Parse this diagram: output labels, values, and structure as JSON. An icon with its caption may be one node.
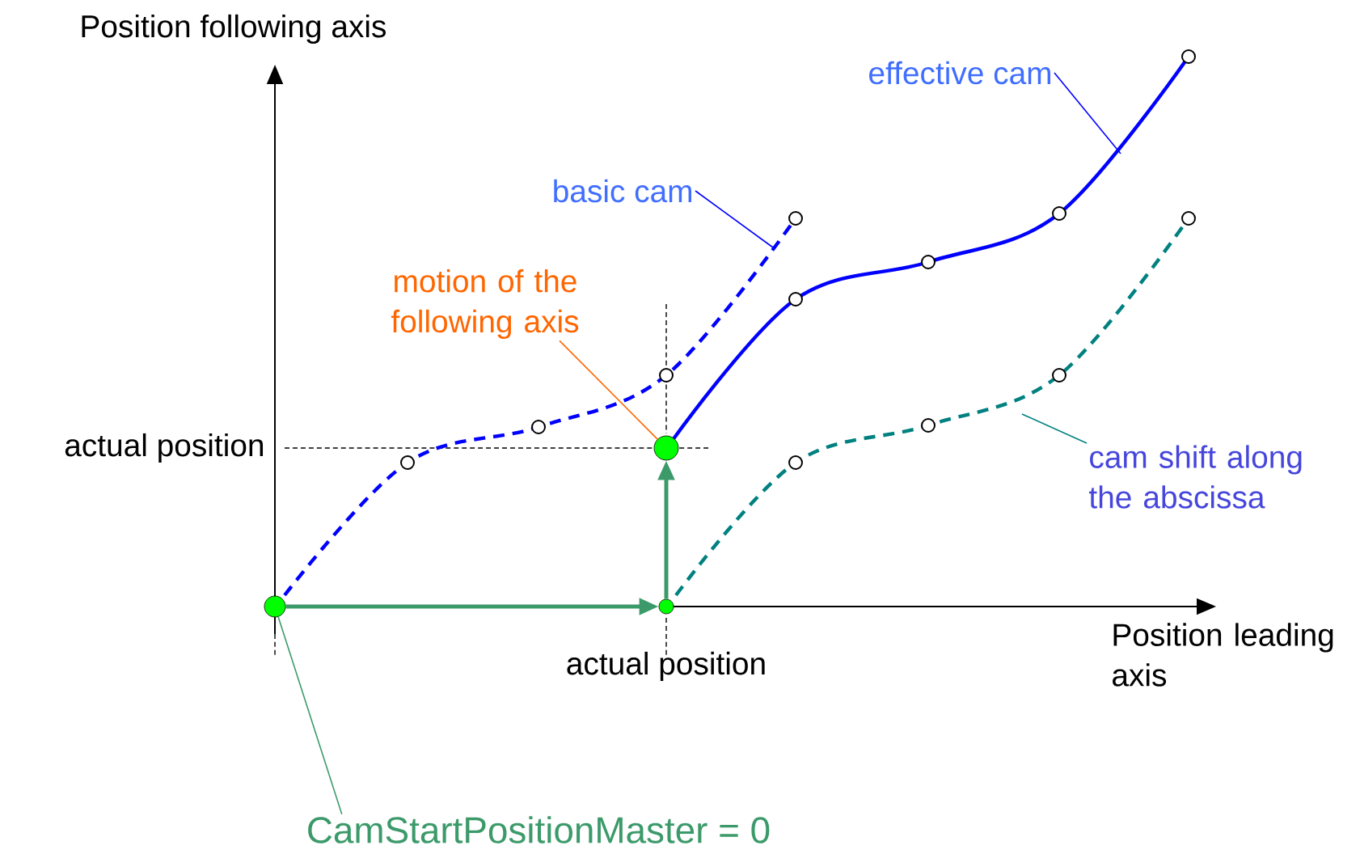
{
  "diagram": {
    "nodes": [
      {
        "text": [],
        "shape": "circle"
      },
      {
        "text": [],
        "shape": "circle"
      },
      {
        "text": [],
        "shape": "circle"
      },
      {
        "text": [
          "CamStartPositionMaster = 0"
        ]
      },
      {
        "text": [
          "basic cam"
        ]
      },
      {
        "text": [
          "motion of the following axis"
        ]
      },
      {
        "text": [
          "effective cam"
        ]
      },
      {
        "text": [
          "cam shift along the abscissa"
        ]
      }
    ],
    "edges": [
      {
        "from": 0,
        "to": 1,
        "arrow": "to",
        "style": "thick",
        "color": "#3c9a6a"
      },
      {
        "from": 1,
        "to": 2,
        "arrow": "to",
        "style": "thick",
        "color": "#3c9a6a"
      },
      {
        "from": 3,
        "to": 0,
        "arrow": "none",
        "color": "#3c9a6a"
      },
      {
        "from": 4,
        "to": null,
        "arrow": "none",
        "color": "#0000ff"
      },
      {
        "from": 5,
        "to": 2,
        "arrow": "none",
        "color": "#ff6600"
      },
      {
        "from": 6,
        "to": null,
        "arrow": "none",
        "color": "#0000ff"
      },
      {
        "from": 7,
        "to": null,
        "arrow": "none",
        "color": "#008080"
      }
    ],
    "labels": [
      "Position following axis",
      "actual position",
      "actual position",
      "Position leading axis"
    ]
  }
}
